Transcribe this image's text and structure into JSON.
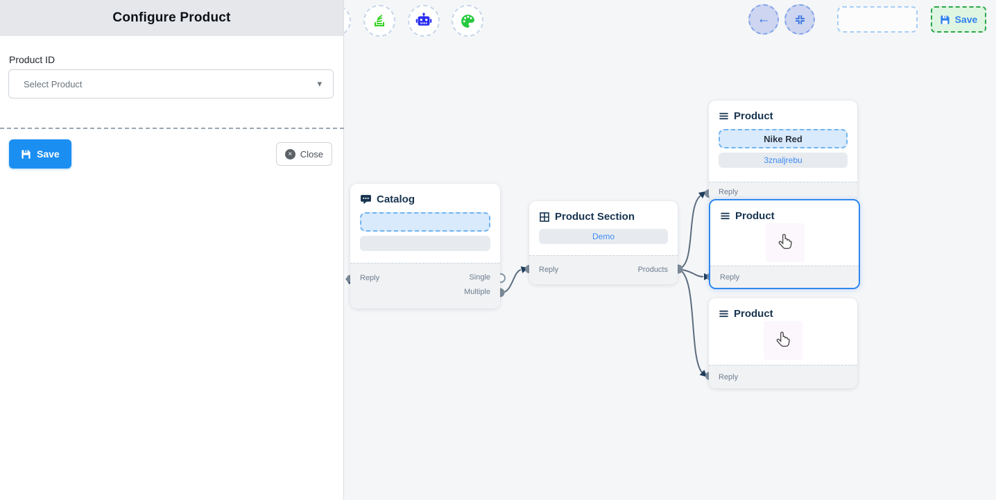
{
  "panel": {
    "title": "Configure Product",
    "product_id_label": "Product ID",
    "select_value": "Select Product",
    "save_label": "Save",
    "close_label": "Close"
  },
  "topbar": {
    "save_label": "Save",
    "icons": [
      "stack-icon",
      "robot-icon",
      "palette-icon",
      "back-arrow-icon",
      "fit-view-icon"
    ]
  },
  "glyphs": {
    "caret_down": "▾",
    "back_arrow": "←",
    "close_x": "×"
  },
  "nodes": {
    "catalog": {
      "title": "Catalog",
      "input_label": "Reply",
      "output_single_label": "Single",
      "output_multiple_label": "Multiple"
    },
    "product_section": {
      "title": "Product Section",
      "value": "Demo",
      "input_label": "Reply",
      "output_label": "Products"
    },
    "product_1": {
      "title": "Product",
      "primary_value": "Nike Red",
      "secondary_value": "3znaljrebu",
      "input_label": "Reply"
    },
    "product_2": {
      "title": "Product",
      "input_label": "Reply"
    },
    "product_3": {
      "title": "Product",
      "input_label": "Reply"
    }
  },
  "colors": {
    "primary_blue": "#1b8ef2",
    "link_blue": "#3d8af5",
    "selected_border": "#2e86f0",
    "edge": "#5b6c7e",
    "arrow": "#1f3d5c",
    "stack_green": "#2fd01e",
    "robot_blue": "#2a2cf2",
    "palette_green": "#27c93f",
    "save_green_bg": "#def5e2",
    "save_green_border": "#28a745",
    "header_bg": "#e5e7ea"
  }
}
